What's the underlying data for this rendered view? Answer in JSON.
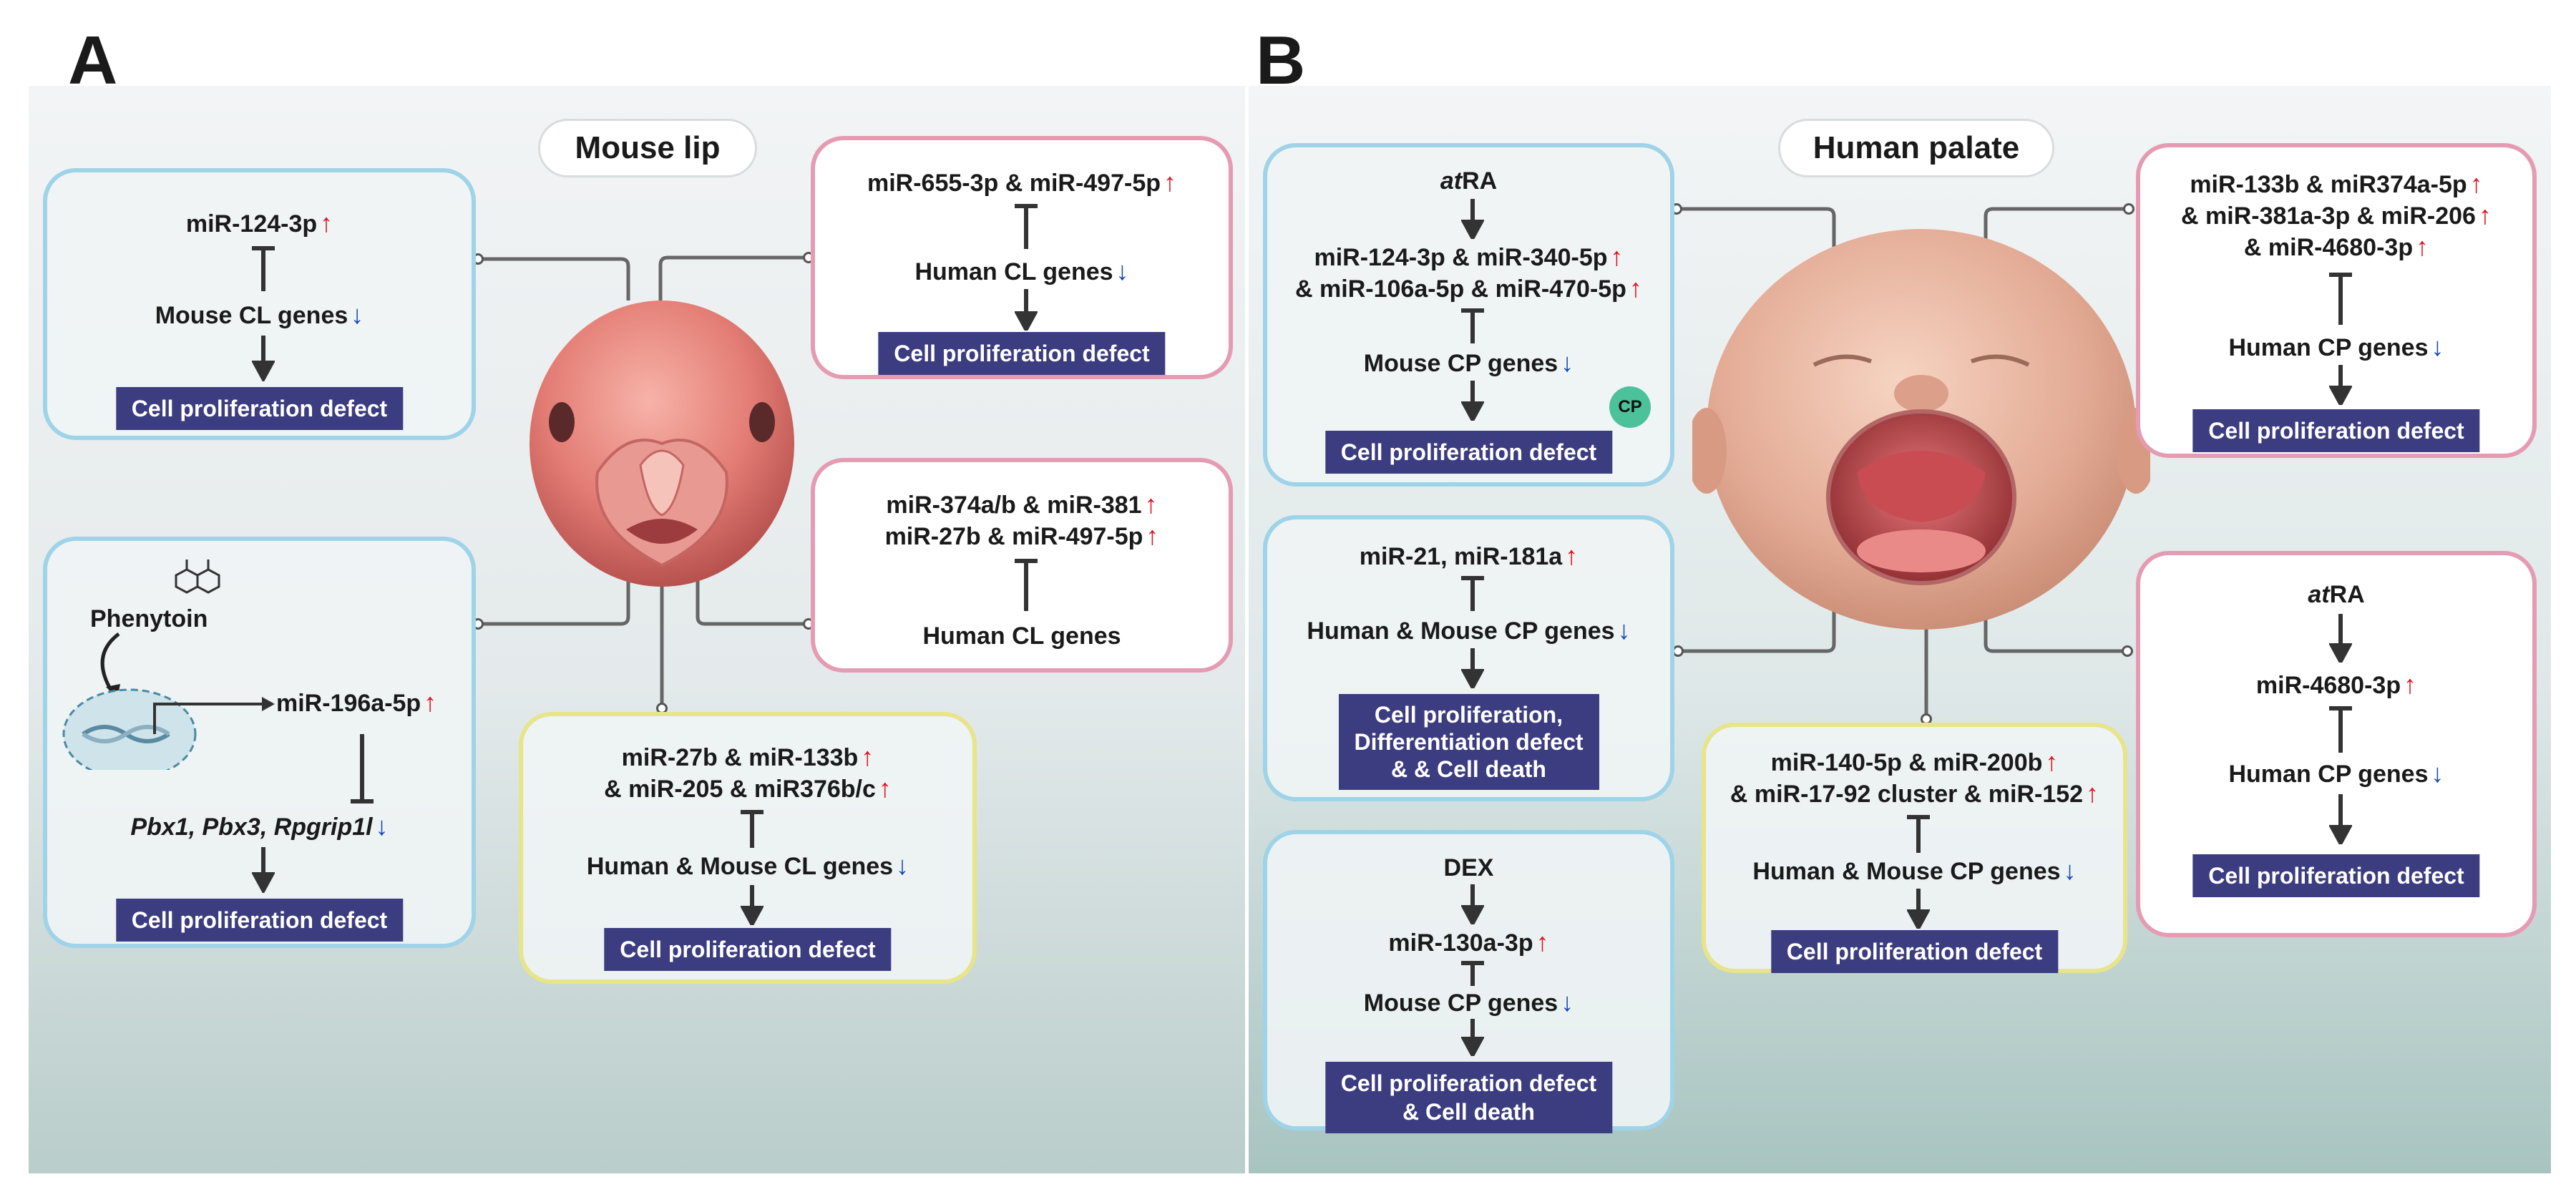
{
  "panel_a": {
    "letter": "A",
    "title": "Mouse lip",
    "box1": {
      "mirna": "miR-124-3p",
      "genes": "Mouse CL genes",
      "defect": "Cell proliferation defect"
    },
    "box2": {
      "mirna": "miR-655-3p & miR-497-5p",
      "genes": "Human CL genes",
      "defect": "Cell proliferation defect"
    },
    "box3": {
      "line1": "miR-374a/b & miR-381",
      "line2": "miR-27b & miR-497-5p",
      "genes": "Human CL genes"
    },
    "box4": {
      "drug": "Phenytoin",
      "mirna": "miR-196a-5p",
      "genes": "Pbx1, Pbx3, Rpgrip1l",
      "defect": "Cell proliferation defect"
    },
    "box5": {
      "line1": "miR-27b & miR-133b",
      "line2": "& miR-205 & miR376b/c",
      "genes": "Human & Mouse CL genes",
      "defect": "Cell proliferation defect"
    }
  },
  "panel_b": {
    "letter": "B",
    "title": "Human palate",
    "box1": {
      "drug_prefix": "at",
      "drug_suffix": "RA",
      "line1": "miR-124-3p & miR-340-5p",
      "line2": "& miR-106a-5p & miR-470-5p",
      "genes": "Mouse CP genes",
      "defect": "Cell proliferation defect",
      "badge": "CP"
    },
    "box2": {
      "mirna": "miR-21, miR-181a",
      "genes": "Human & Mouse CP genes",
      "defect_l1": "Cell proliferation,",
      "defect_l2": "Differentiation defect",
      "defect_l3": "& & Cell death"
    },
    "box3": {
      "drug": "DEX",
      "mirna": "miR-130a-3p",
      "genes": "Mouse CP genes",
      "defect_l1": "Cell proliferation defect",
      "defect_l2": "& Cell death"
    },
    "box4": {
      "line1": "miR-133b & miR374a-5p",
      "line2": "& miR-381a-3p & miR-206",
      "line3": "& miR-4680-3p",
      "genes": "Human CP genes",
      "defect": "Cell proliferation defect"
    },
    "box5": {
      "drug_prefix": "at",
      "drug_suffix": "RA",
      "mirna": "miR-4680-3p",
      "genes": "Human CP genes",
      "defect": "Cell proliferation defect"
    },
    "box6": {
      "line1": "miR-140-5p & miR-200b",
      "line2": "& miR-17-92 cluster & miR-152",
      "genes": "Human & Mouse CP genes",
      "defect": "Cell proliferation defect"
    }
  },
  "arrows": {
    "up": "↑",
    "down": "↓"
  }
}
